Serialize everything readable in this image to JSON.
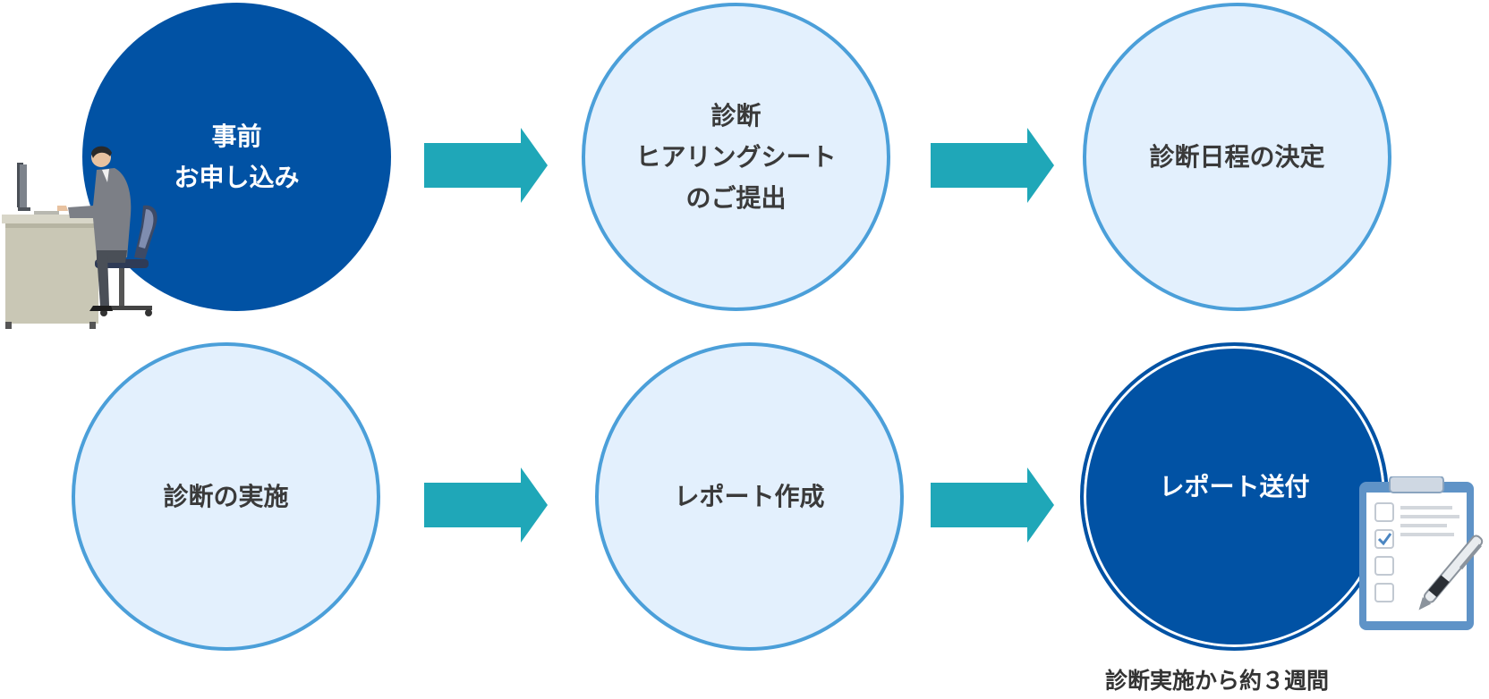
{
  "steps": [
    {
      "lines": [
        "事前",
        "お申し込み"
      ]
    },
    {
      "lines": [
        "診断",
        "ヒアリングシート",
        "のご提出"
      ]
    },
    {
      "lines": [
        "診断日程の決定"
      ]
    },
    {
      "lines": [
        "診断の実施"
      ]
    },
    {
      "lines": [
        "レポート作成"
      ]
    },
    {
      "lines": [
        "レポート送付"
      ]
    }
  ],
  "note": "診断実施から約３週間",
  "colors": {
    "dark_circle": "#0152a4",
    "light_circle": "#e3f0fd",
    "light_border": "#4b9fd9",
    "arrow": "#1fa7b8"
  },
  "icons": [
    "person-at-desk-illustration",
    "clipboard-checklist-icon",
    "pen-icon",
    "arrow-right-icon"
  ]
}
